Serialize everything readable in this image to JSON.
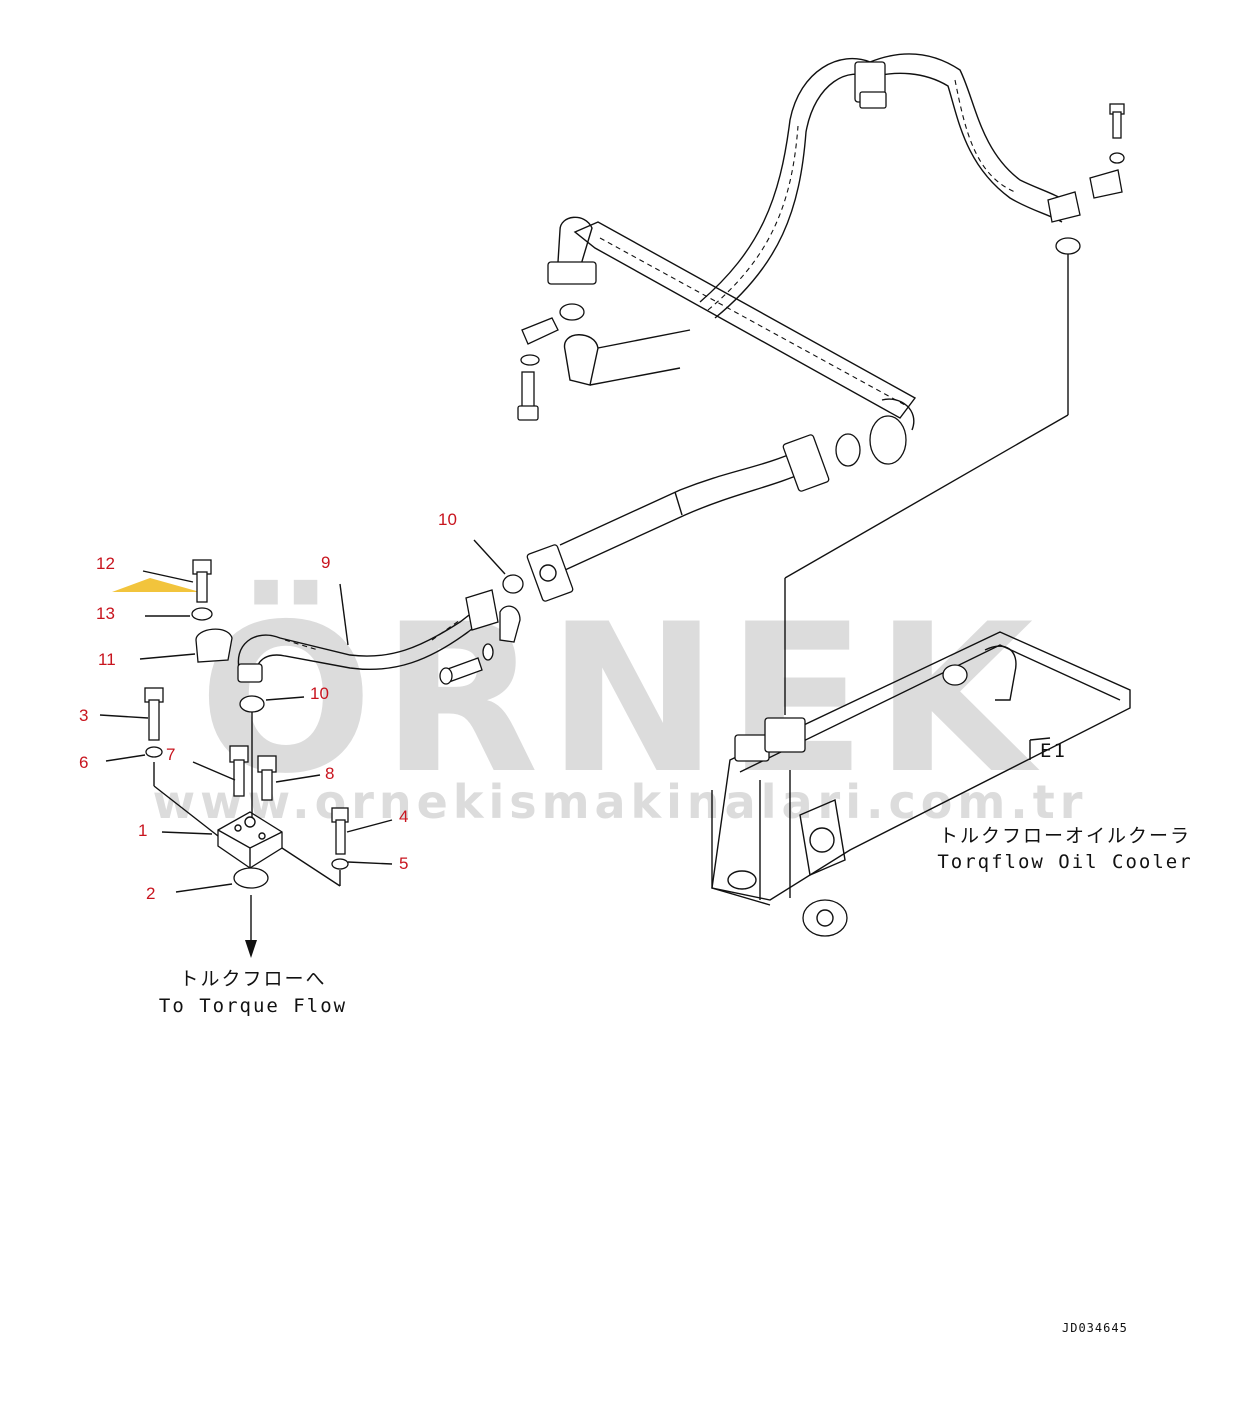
{
  "watermark": {
    "brand": "ÖRNEK",
    "url": "www.ornekismakinalari.com.tr"
  },
  "callouts": [
    {
      "id": "c1",
      "label": "1"
    },
    {
      "id": "c2",
      "label": "2"
    },
    {
      "id": "c3",
      "label": "3"
    },
    {
      "id": "c4",
      "label": "4"
    },
    {
      "id": "c5",
      "label": "5"
    },
    {
      "id": "c6",
      "label": "6"
    },
    {
      "id": "c7",
      "label": "7"
    },
    {
      "id": "c8",
      "label": "8"
    },
    {
      "id": "c9",
      "label": "9"
    },
    {
      "id": "c10a",
      "label": "10"
    },
    {
      "id": "c10b",
      "label": "10"
    },
    {
      "id": "c11",
      "label": "11"
    },
    {
      "id": "c12",
      "label": "12"
    },
    {
      "id": "c13",
      "label": "13"
    }
  ],
  "notes": {
    "torque_flow_jp": "トルクフローへ",
    "torque_flow_en": "To Torque Flow",
    "cooler_jp": "トルクフローオイルクーラ",
    "cooler_en": "Torqflow Oil Cooler",
    "cooler_marker": "E1"
  },
  "drawing_number": "JD034645",
  "colors": {
    "callout": "#c8141e",
    "watermark": "#dcdcdc",
    "watermark_accent": "#f2c43c",
    "line": "#111111"
  }
}
